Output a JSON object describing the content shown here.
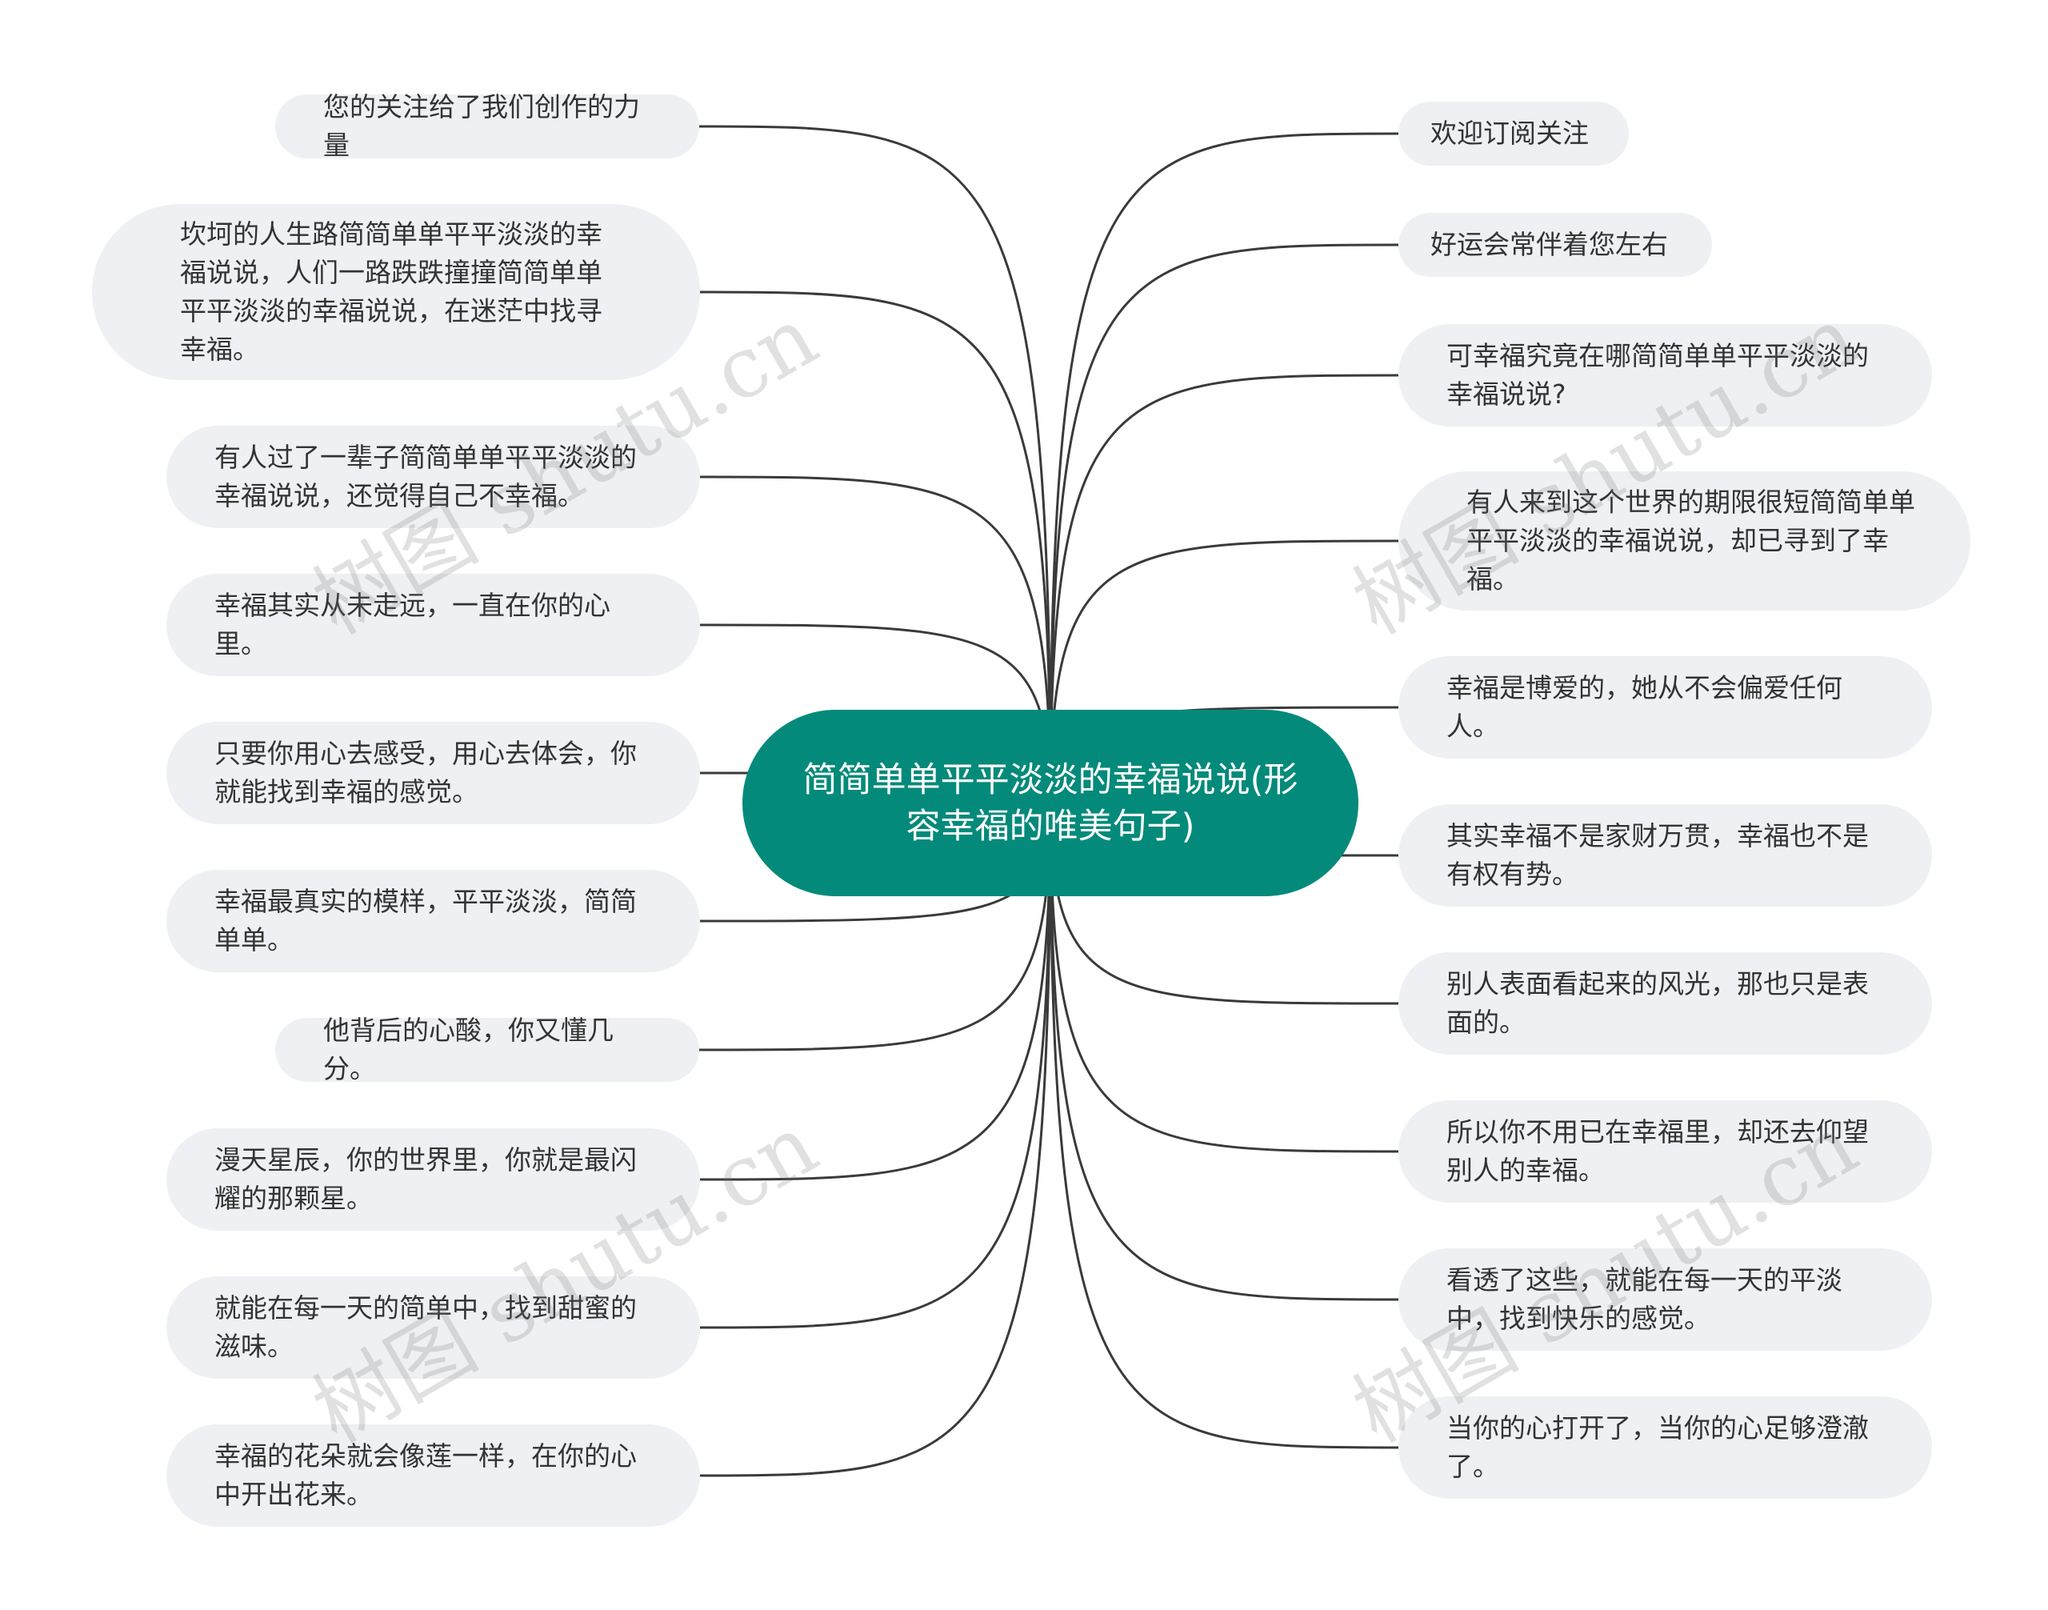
{
  "center": {
    "text": "简简单单平平淡淡的幸福说说(形容幸福的唯美句子)"
  },
  "left_nodes": [
    {
      "text": "您的关注给了我们创作的力量"
    },
    {
      "text": "坎坷的人生路简简单单平平淡淡的幸福说说，人们一路跌跌撞撞简简单单平平淡淡的幸福说说，在迷茫中找寻幸福。"
    },
    {
      "text": "有人过了一辈子简简单单平平淡淡的幸福说说，还觉得自己不幸福。"
    },
    {
      "text": "幸福其实从未走远，一直在你的心里。"
    },
    {
      "text": "只要你用心去感受，用心去体会，你就能找到幸福的感觉。"
    },
    {
      "text": "幸福最真实的模样，平平淡淡，简简单单。"
    },
    {
      "text": "他背后的心酸，你又懂几分。"
    },
    {
      "text": "漫天星辰，你的世界里，你就是最闪耀的那颗星。"
    },
    {
      "text": "就能在每一天的简单中，找到甜蜜的滋味。"
    },
    {
      "text": "幸福的花朵就会像莲一样，在你的心中开出花来。"
    }
  ],
  "right_nodes": [
    {
      "text": "欢迎订阅关注"
    },
    {
      "text": "好运会常伴着您左右"
    },
    {
      "text": "可幸福究竟在哪简简单单平平淡淡的幸福说说?"
    },
    {
      "text": "有人来到这个世界的期限很短简简单单平平淡淡的幸福说说，却已寻到了幸福。"
    },
    {
      "text": "幸福是博爱的，她从不会偏爱任何人。"
    },
    {
      "text": "其实幸福不是家财万贯，幸福也不是有权有势。"
    },
    {
      "text": "别人表面看起来的风光，那也只是表面的。"
    },
    {
      "text": "所以你不用已在幸福里，却还去仰望别人的幸福。"
    },
    {
      "text": "看透了这些，就能在每一天的平淡中，找到快乐的感觉。"
    },
    {
      "text": "当你的心打开了，当你的心足够澄澈了。"
    }
  ],
  "watermark": "树图 shutu.cn",
  "colors": {
    "center_bg": "#048a7a",
    "node_bg": "#eef0f3",
    "edge": "#3a3a3a",
    "text": "#333333"
  }
}
